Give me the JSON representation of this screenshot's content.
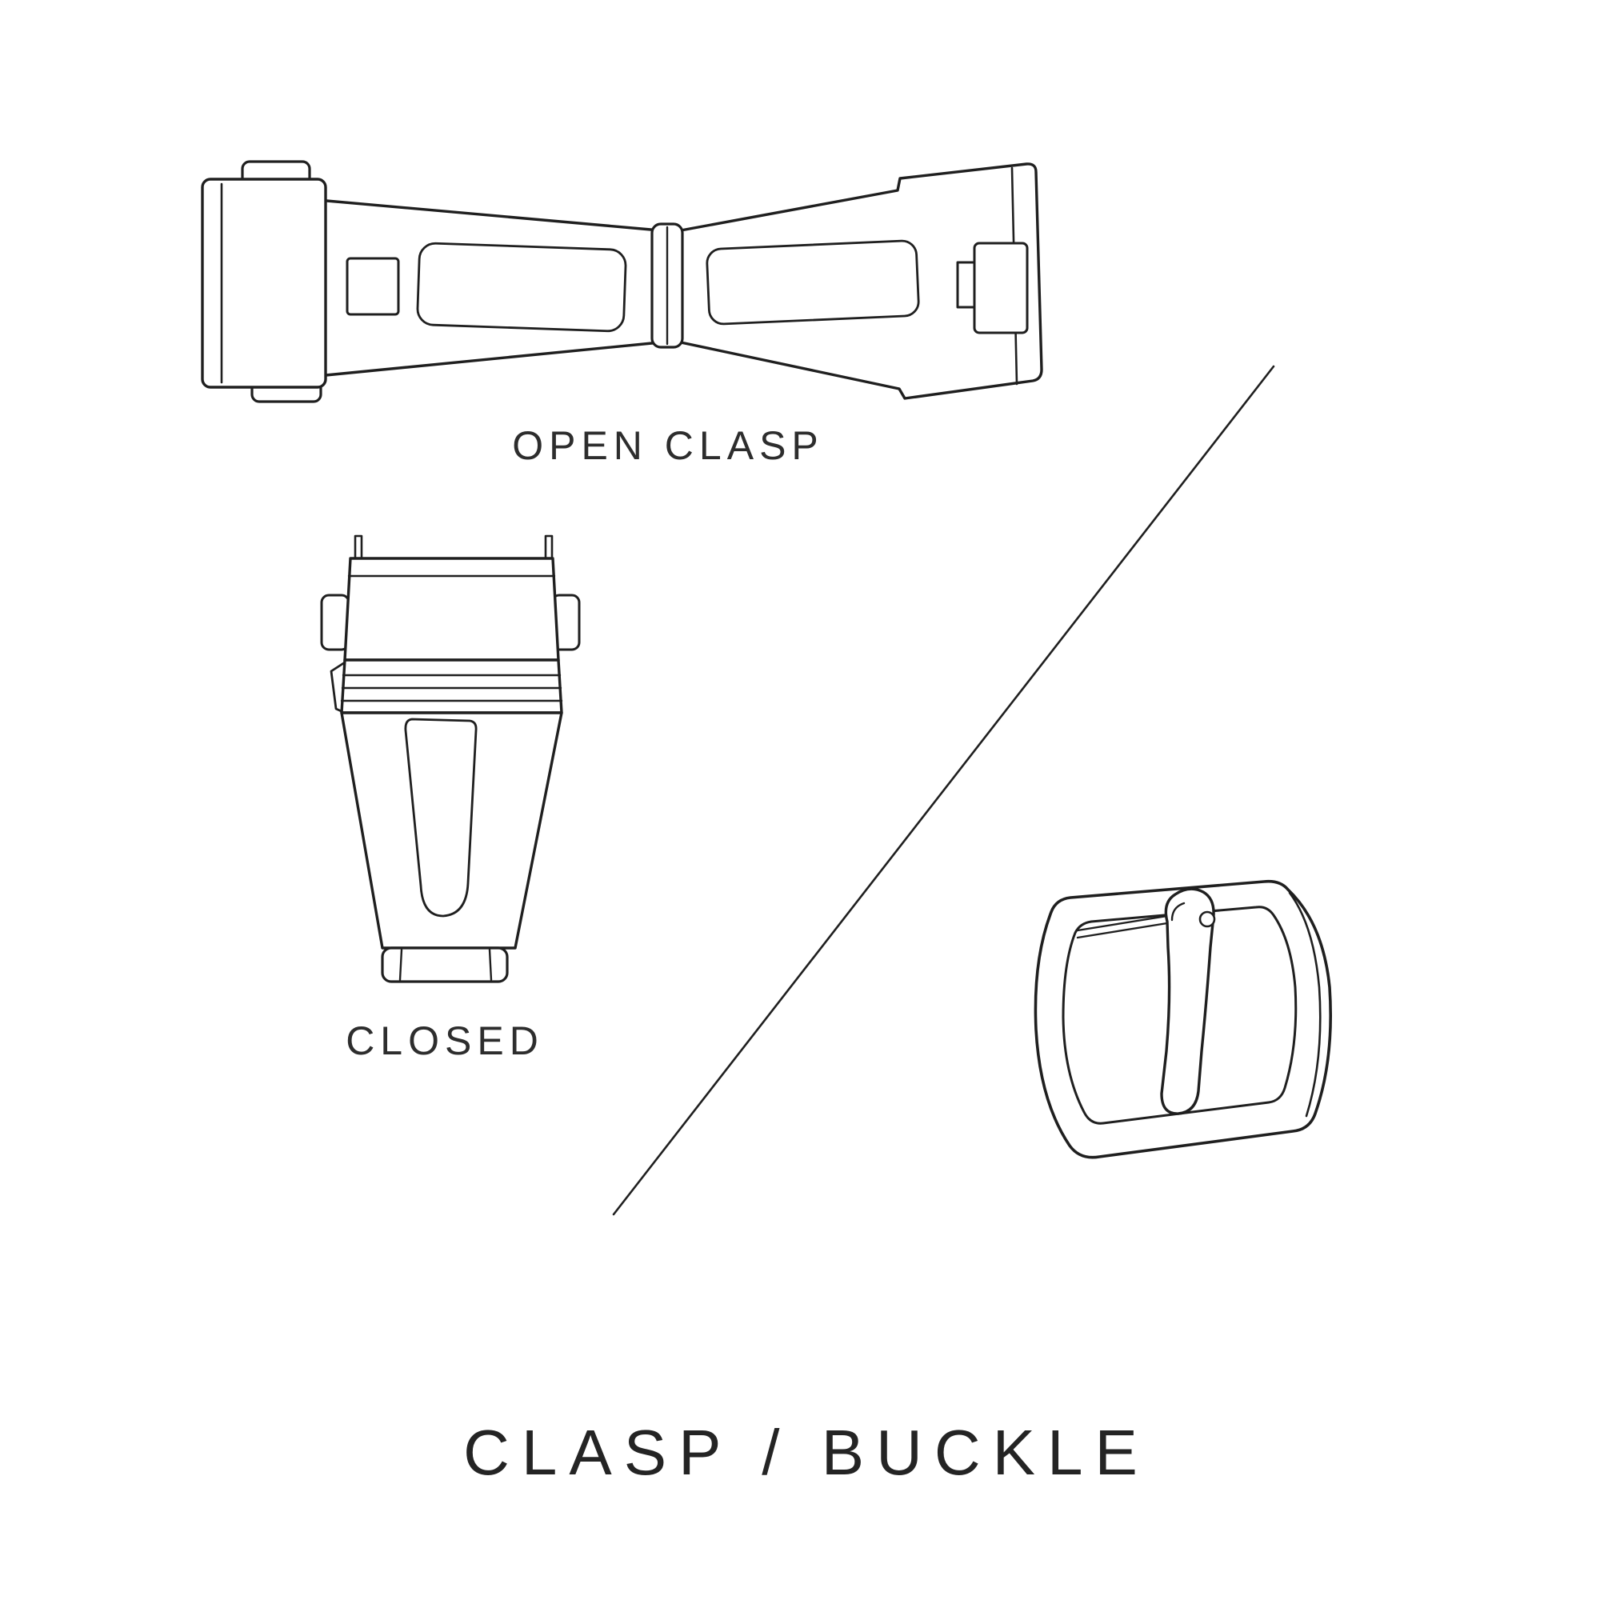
{
  "canvas": {
    "background_color": "#ffffff",
    "line_color": "#1f1f1f",
    "text_color": "#2d2d2d"
  },
  "captions": {
    "open_clasp": "OPEN CLASP",
    "closed": "CLOSED"
  },
  "title": "CLASP / BUCKLE"
}
